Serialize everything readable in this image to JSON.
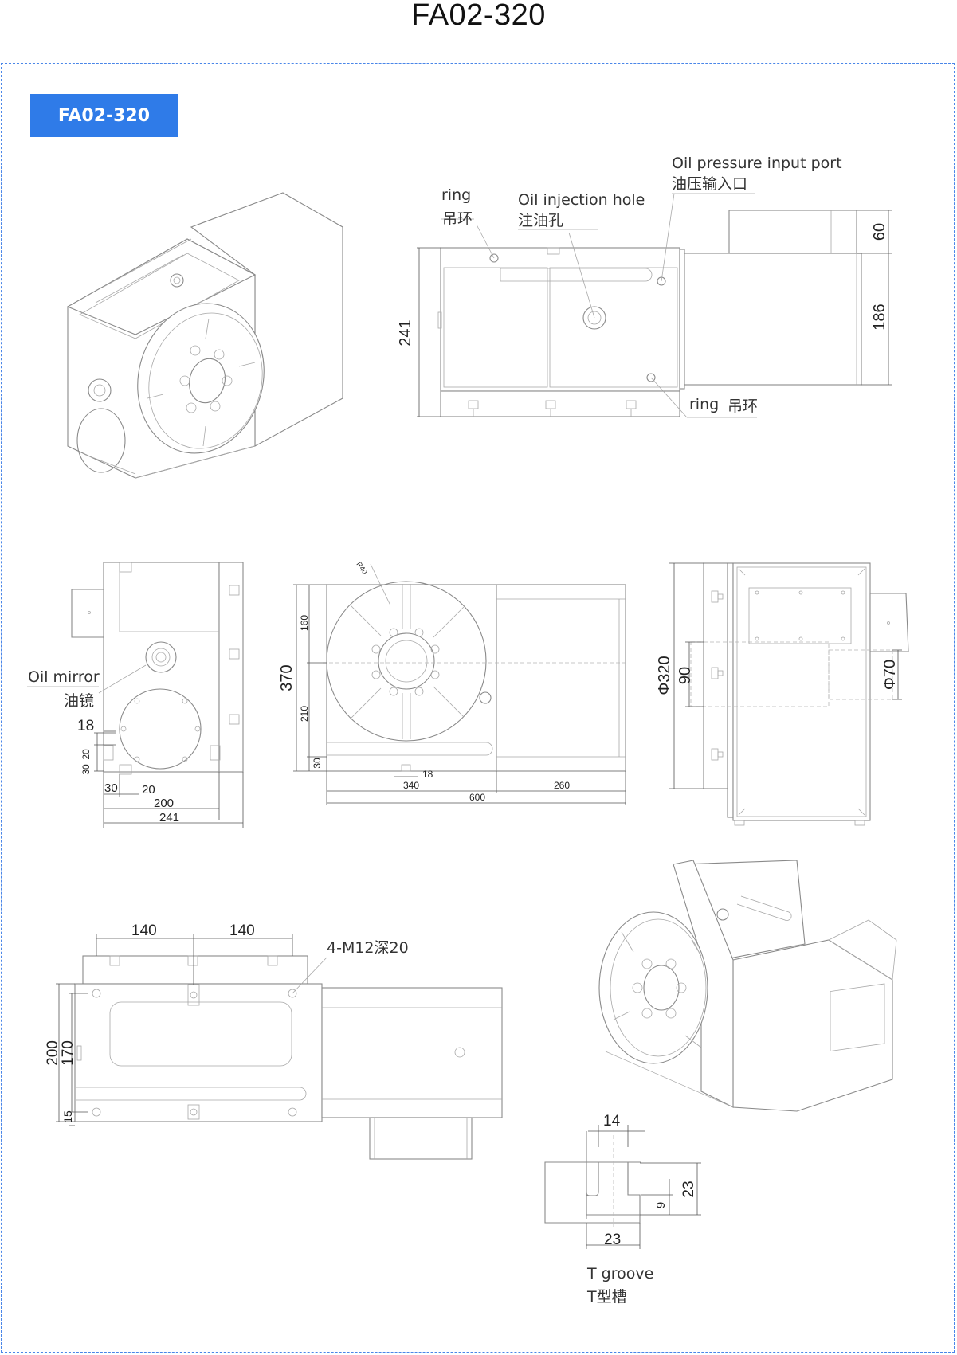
{
  "page": {
    "title": "FA02-320",
    "model_badge": "FA02-320"
  },
  "colors": {
    "accent_blue": "#2f7be8",
    "frame_dash": "#4a86e8",
    "line_gray": "#8a8a8a"
  },
  "callouts": {
    "ring_en": "ring",
    "ring_cn": "吊环",
    "oil_injection_en": "Oil injection hole",
    "oil_injection_cn": "注油孔",
    "oil_pressure_en": "Oil pressure input port",
    "oil_pressure_cn": "油压输入口",
    "ring2_en": "ring",
    "ring2_cn": "吊环",
    "oil_mirror_en": "Oil mirror",
    "oil_mirror_cn": "油镜",
    "thread_spec": "4-M12深20",
    "t_groove_en": "T groove",
    "t_groove_cn": "T型槽"
  },
  "side_view": {
    "d241": "241",
    "d60": "60",
    "d186": "186"
  },
  "left_view": {
    "d18": "18",
    "d20v": "20",
    "d30v": "30",
    "d30": "30",
    "d20": "20",
    "d200": "200",
    "d241": "241"
  },
  "front_view": {
    "r": "R40",
    "d160": "160",
    "d370": "370",
    "d210": "210",
    "d30": "30",
    "d18": "18",
    "d340": "340",
    "d260": "260",
    "d600": "600"
  },
  "right_view": {
    "phi320": "Φ320",
    "d90": "90",
    "phi70": "Φ70"
  },
  "top_view": {
    "d140a": "140",
    "d140b": "140",
    "d200": "200",
    "d170": "170",
    "d15": "15"
  },
  "t_groove": {
    "d14": "14",
    "d23h": "23",
    "d9": "9",
    "d23w": "23"
  }
}
